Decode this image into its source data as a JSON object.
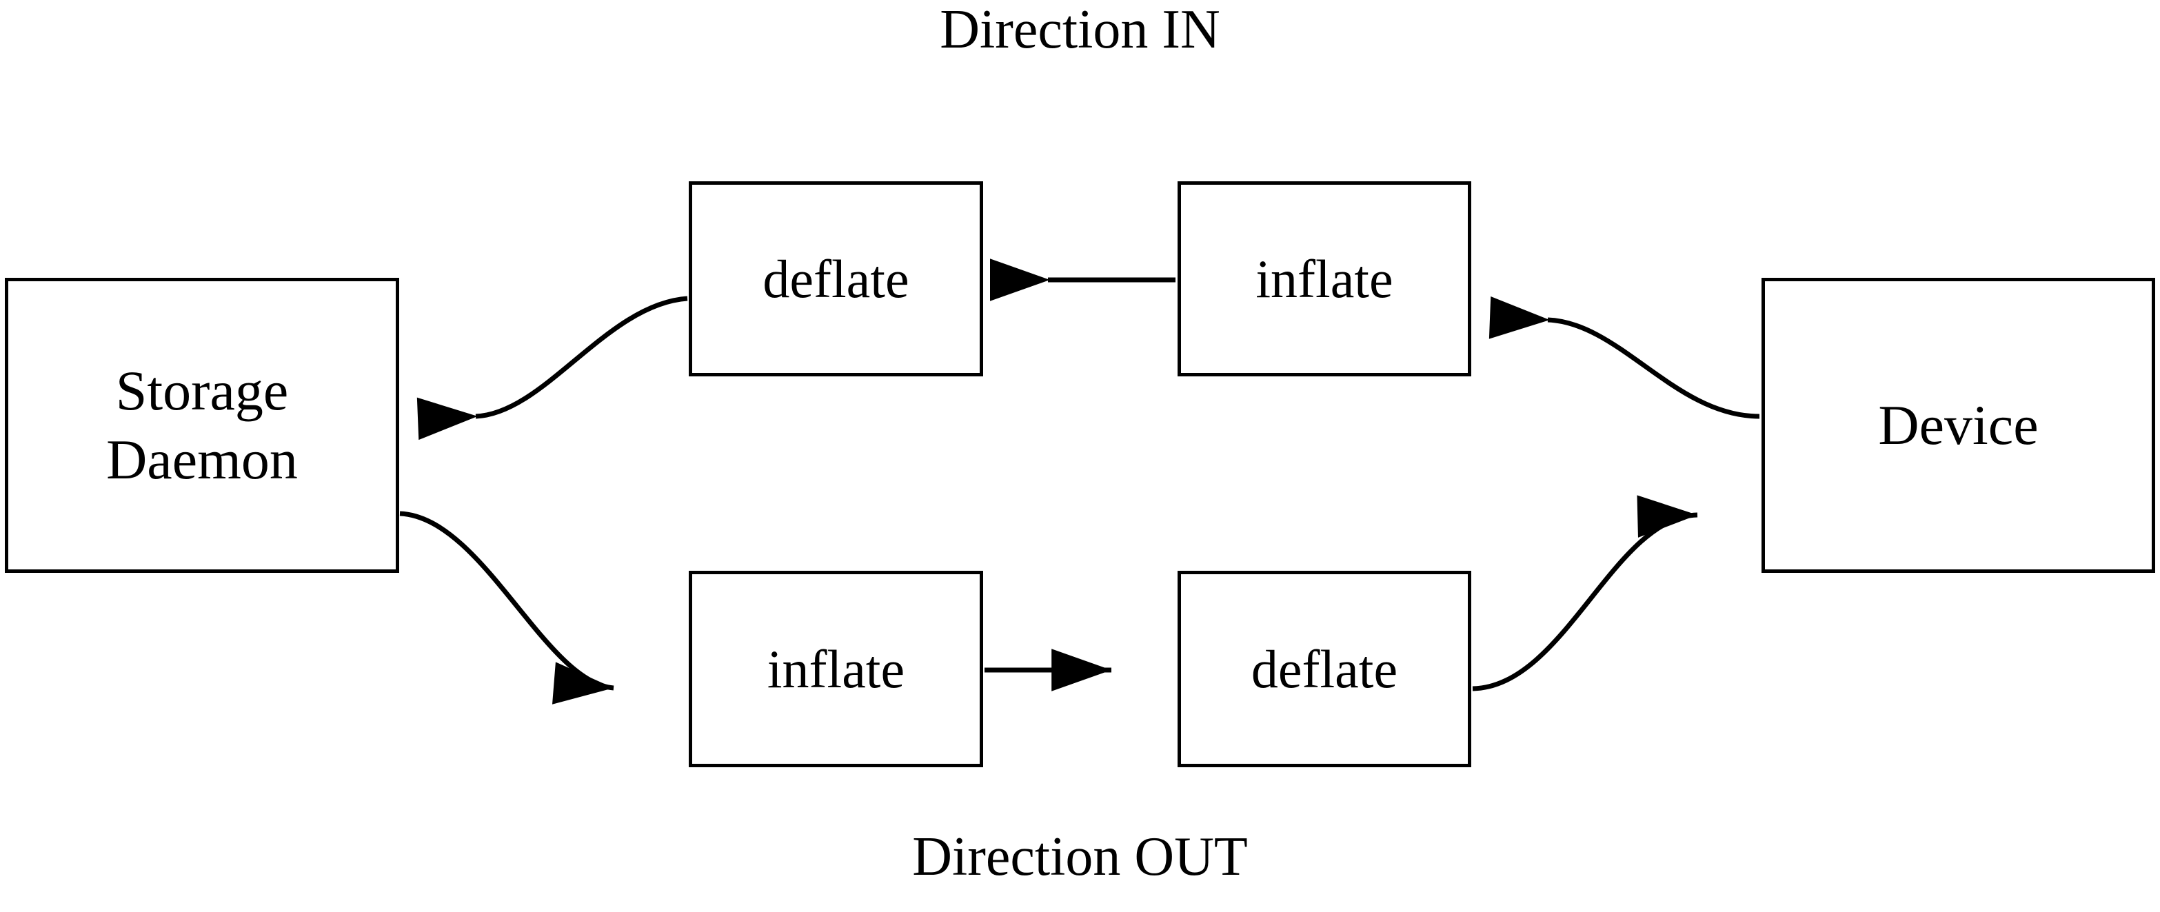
{
  "diagram": {
    "title_top": "Direction IN",
    "title_bottom": "Direction OUT",
    "background_color": "#ffffff",
    "stroke_color": "#000000",
    "nodes": {
      "storage_daemon": {
        "line1": "Storage",
        "line2": "Daemon"
      },
      "device": {
        "label": "Device"
      },
      "in_deflate": {
        "label": "deflate"
      },
      "in_inflate": {
        "label": "inflate"
      },
      "out_inflate": {
        "label": "inflate"
      },
      "out_deflate": {
        "label": "deflate"
      }
    },
    "edges": [
      {
        "name": "device-to-in-inflate",
        "from": "device",
        "to": "in_inflate",
        "shape": "curve",
        "direction": "right-to-left"
      },
      {
        "name": "in-inflate-to-in-deflate",
        "from": "in_inflate",
        "to": "in_deflate",
        "shape": "straight",
        "direction": "right-to-left"
      },
      {
        "name": "in-deflate-to-storage-daemon",
        "from": "in_deflate",
        "to": "storage_daemon",
        "shape": "curve",
        "direction": "right-to-left"
      },
      {
        "name": "storage-daemon-to-out-inflate",
        "from": "storage_daemon",
        "to": "out_inflate",
        "shape": "curve",
        "direction": "left-to-right"
      },
      {
        "name": "out-inflate-to-out-deflate",
        "from": "out_inflate",
        "to": "out_deflate",
        "shape": "straight",
        "direction": "left-to-right"
      },
      {
        "name": "out-deflate-to-device",
        "from": "out_deflate",
        "to": "device",
        "shape": "curve",
        "direction": "left-to-right"
      }
    ]
  }
}
